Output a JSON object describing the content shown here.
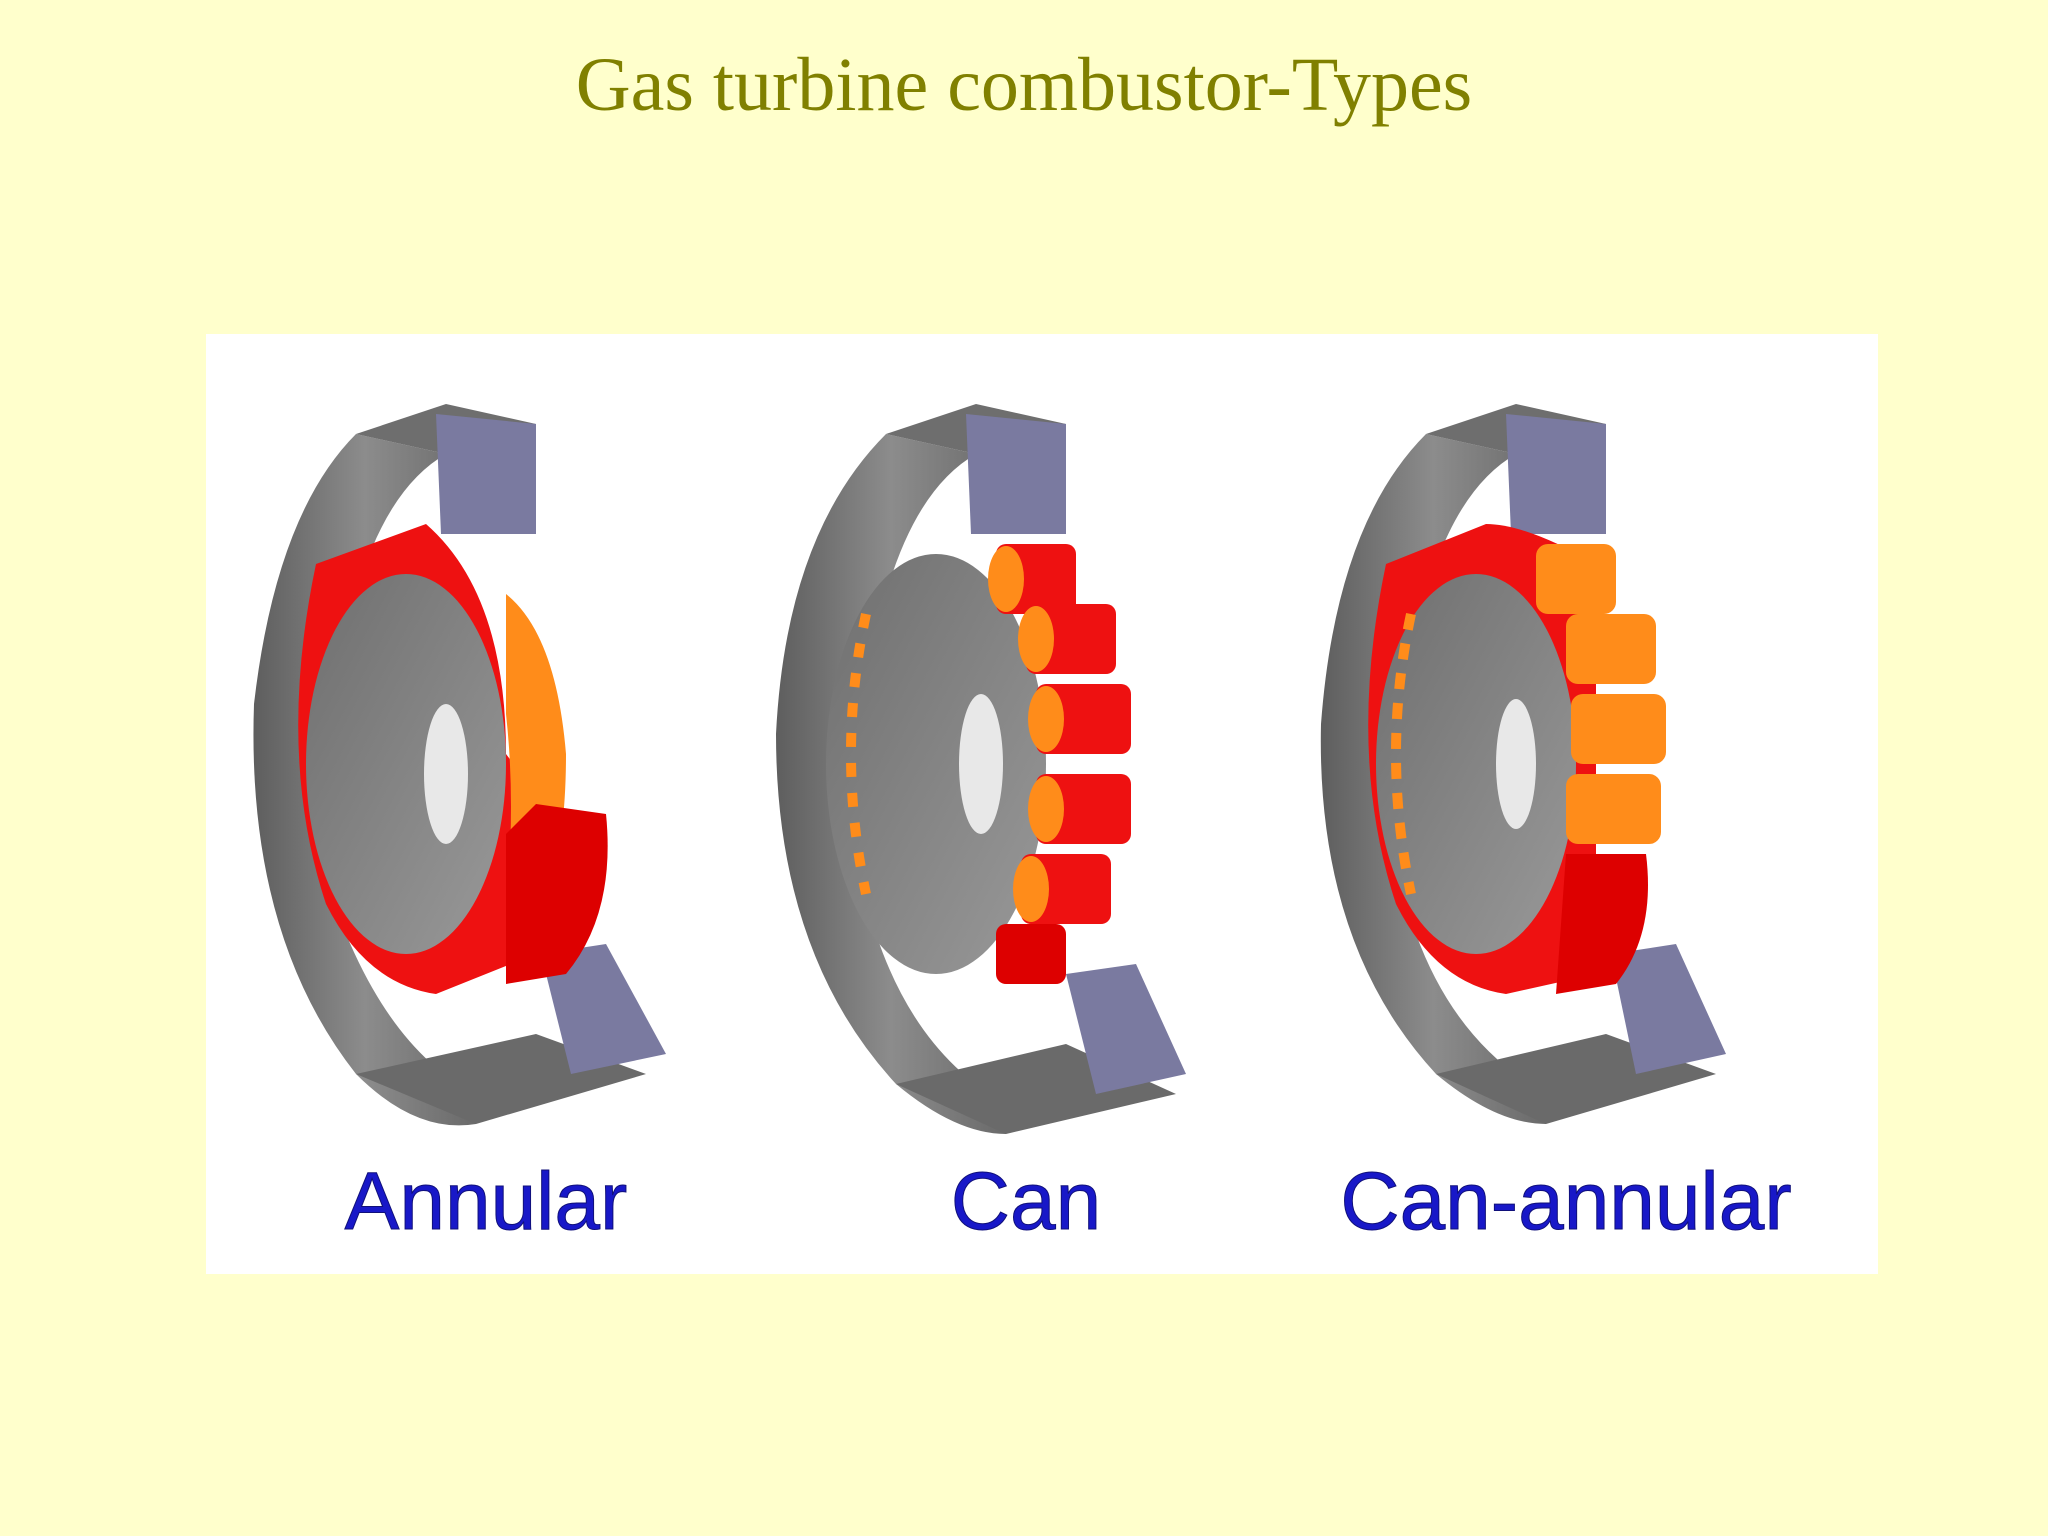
{
  "slide": {
    "title": "Gas turbine combustor-Types",
    "background_color": "#ffffcc",
    "title_color": "#808000"
  },
  "figure": {
    "captions": [
      "Annular",
      "Can",
      "Can-annular"
    ],
    "caption_color": "#1818c8",
    "colors": {
      "casing": "#7d7d7d",
      "strut": "#7a7aa0",
      "flame_red": "#ee1111",
      "flame_orange": "#ff8c1a"
    }
  }
}
